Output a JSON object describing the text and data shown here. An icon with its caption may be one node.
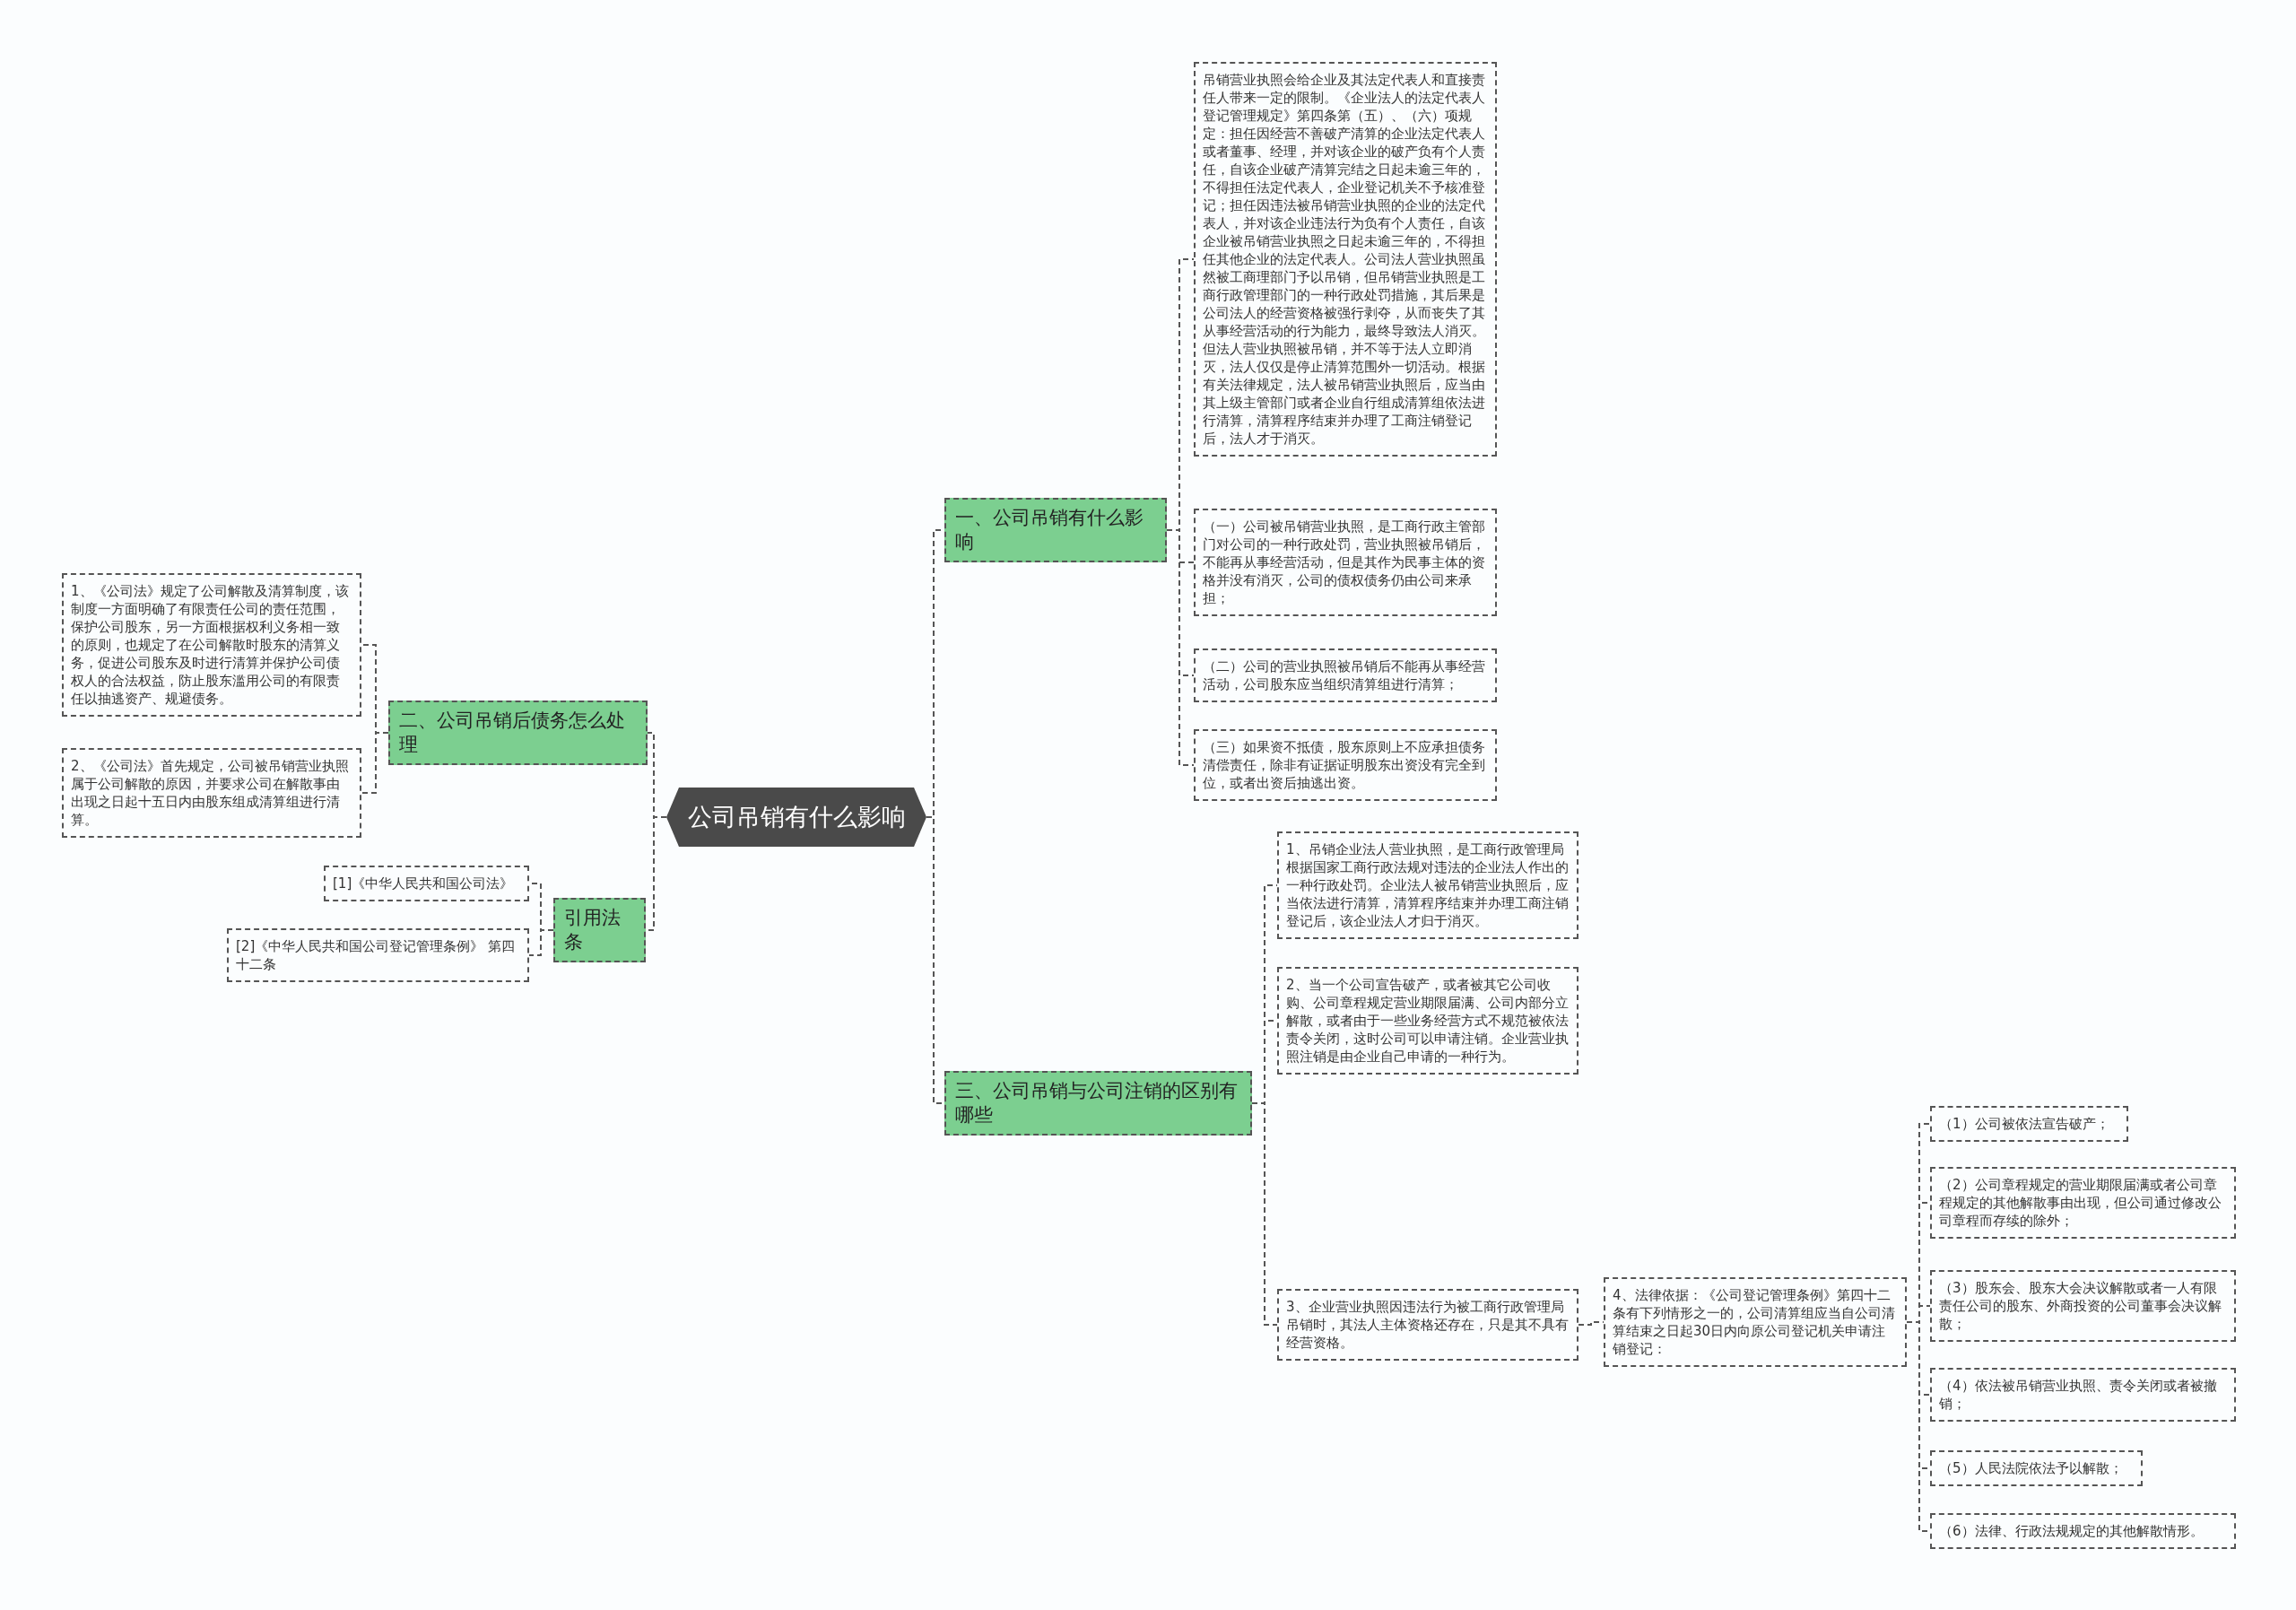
{
  "diagram": {
    "nodes": [
      {
        "text": [
          "公司吊销有什么影响"
        ]
      },
      {
        "text": [
          "一、公司吊销有什么影响"
        ]
      },
      {
        "text": [
          "吊销营业执照会给企业及其法定代表人和直接责任人带来一定的限制。《企业法人的法定代表人登记管理规定》第四条第（五）、（六）项规定：担任因经营不善破产清算的企业法定代表人或者董事、经理，并对该企业的破产负有个人责任，自该企业破产清算完结之日起未逾三年的，不得担任法定代表人，企业登记机关不予核准登记；担任因违法被吊销营业执照的企业的法定代表人，并对该企业违法行为负有个人责任，自该企业被吊销营业执照之日起未逾三年的，不得担任其他企业的法定代表人。公司法人营业执照虽然被工商理部门予以吊销，但吊销营业执照是工商行政管理部门的一种行政处罚措施，其后果是公司法人的经营资格被强行剥夺，从而丧失了其从事经营活动的行为能力，最终导致法人消灭。但法人营业执照被吊销，并不等于法人立即消灭，法人仅仅是停止清算范围外一切活动。根据有关法律规定，法人被吊销营业执照后，应当由其上级主管部门或者企业自行组成清算组依法进行清算，清算程序结束并办理了工商注销登记后，法人才于消灭。"
        ]
      },
      {
        "text": [
          "（一）公司被吊销营业执照，是工商行政主管部门对公司的一种行政处罚，营业执照被吊销后，不能再从事经营活动，但是其作为民事主体的资格并没有消灭，公司的债权债务仍由公司来承担；"
        ]
      },
      {
        "text": [
          "（二）公司的营业执照被吊销后不能再从事经营活动，公司股东应当组织清算组进行清算；"
        ]
      },
      {
        "text": [
          "（三）如果资不抵债，股东原则上不应承担债务清偿责任，除非有证据证明股东出资没有完全到位，或者出资后抽逃出资。"
        ]
      },
      {
        "text": [
          "三、公司吊销与公司注销的区别有哪些"
        ]
      },
      {
        "text": [
          "1、吊销企业法人营业执照，是工商行政管理局根据国家工商行政法规对违法的企业法人作出的一种行政处罚。企业法人被吊销营业执照后，应当依法进行清算，清算程序结束并办理工商注销登记后，该企业法人才归于消灭。"
        ]
      },
      {
        "text": [
          "2、当一个公司宣告破产，或者被其它公司收购、公司章程规定营业期限届满、公司内部分立解散，或者由于一些业务经营方式不规范被依法责令关闭，这时公司可以申请注销。企业营业执照注销是由企业自己申请的一种行为。"
        ]
      },
      {
        "text": [
          "3、企业营业执照因违法行为被工商行政管理局吊销时，其法人主体资格还存在，只是其不具有经营资格。"
        ]
      },
      {
        "text": [
          "4、法律依据：《公司登记管理条例》第四十二条有下列情形之一的，公司清算组应当自公司清算结束之日起30日内向原公司登记机关申请注销登记："
        ]
      },
      {
        "text": [
          "（1）公司被依法宣告破产；"
        ]
      },
      {
        "text": [
          "（2）公司章程规定的营业期限届满或者公司章程规定的其他解散事由出现，但公司通过修改公司章程而存续的除外；"
        ]
      },
      {
        "text": [
          "（3）股东会、股东大会决议解散或者一人有限责任公司的股东、外商投资的公司董事会决议解散；"
        ]
      },
      {
        "text": [
          "（4）依法被吊销营业执照、责令关闭或者被撤销；"
        ]
      },
      {
        "text": [
          "（5）人民法院依法予以解散；"
        ]
      },
      {
        "text": [
          "（6）法律、行政法规规定的其他解散情形。"
        ]
      },
      {
        "text": [
          "二、公司吊销后债务怎么处理"
        ]
      },
      {
        "text": [
          "1、《公司法》规定了公司解散及清算制度，该制度一方面明确了有限责任公司的责任范围，保护公司股东，另一方面根据权利义务相一致的原则，也规定了在公司解散时股东的清算义务，促进公司股东及时进行清算并保护公司债权人的合法权益，防止股东滥用公司的有限责任以抽逃资产、规避债务。"
        ]
      },
      {
        "text": [
          "2、《公司法》首先规定，公司被吊销营业执照属于公司解散的原因，并要求公司在解散事由出现之日起十五日内由股东组成清算组进行清算。"
        ]
      },
      {
        "text": [
          "引用法条"
        ]
      },
      {
        "text": [
          "[1]《中华人民共和国公司法》"
        ]
      },
      {
        "text": [
          "[2]《中华人民共和国公司登记管理条例》 第四十二条"
        ]
      }
    ],
    "edges": [
      {
        "from": 0,
        "to": 1,
        "arrow": "none"
      },
      {
        "from": 0,
        "to": 6,
        "arrow": "none"
      },
      {
        "from": 0,
        "to": 17,
        "arrow": "none"
      },
      {
        "from": 0,
        "to": 20,
        "arrow": "none"
      },
      {
        "from": 1,
        "to": 2,
        "arrow": "none"
      },
      {
        "from": 1,
        "to": 3,
        "arrow": "none"
      },
      {
        "from": 1,
        "to": 4,
        "arrow": "none"
      },
      {
        "from": 1,
        "to": 5,
        "arrow": "none"
      },
      {
        "from": 6,
        "to": 7,
        "arrow": "none"
      },
      {
        "from": 6,
        "to": 8,
        "arrow": "none"
      },
      {
        "from": 6,
        "to": 9,
        "arrow": "none"
      },
      {
        "from": 9,
        "to": 10,
        "arrow": "none"
      },
      {
        "from": 10,
        "to": 11,
        "arrow": "none"
      },
      {
        "from": 10,
        "to": 12,
        "arrow": "none"
      },
      {
        "from": 10,
        "to": 13,
        "arrow": "none"
      },
      {
        "from": 10,
        "to": 14,
        "arrow": "none"
      },
      {
        "from": 10,
        "to": 15,
        "arrow": "none"
      },
      {
        "from": 10,
        "to": 16,
        "arrow": "none"
      },
      {
        "from": 17,
        "to": 18,
        "arrow": "none"
      },
      {
        "from": 17,
        "to": 19,
        "arrow": "none"
      },
      {
        "from": 20,
        "to": 21,
        "arrow": "none"
      },
      {
        "from": 20,
        "to": 22,
        "arrow": "none"
      }
    ]
  }
}
